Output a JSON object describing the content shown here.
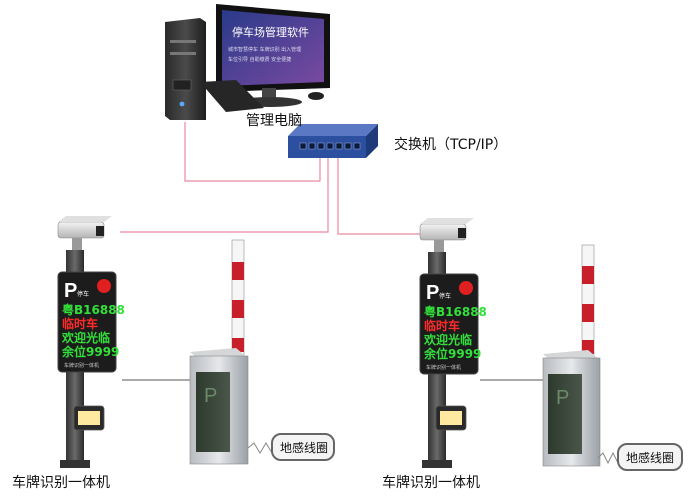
{
  "labels": {
    "pc": "管理电脑",
    "switch": "交换机（TCP/IP）",
    "left_unit": "车牌识别一体机",
    "right_unit": "车牌识别一体机"
  },
  "pc_screen": {
    "title": "停车场管理软件",
    "lines": [
      "城市智慧停车 车牌识别 出入管理",
      "车位引导 自助缴费 安全便捷"
    ]
  },
  "display": {
    "logo": "P",
    "logo_sub": "停车",
    "lines": [
      {
        "text": "粤B16888",
        "color": "#32e03a"
      },
      {
        "text": "临时车",
        "color": "#ff2a2a"
      },
      {
        "text": "欢迎光临",
        "color": "#32e03a"
      },
      {
        "text": "余位9999",
        "color": "#32e03a"
      }
    ],
    "footer": "车牌识别一体机"
  },
  "loop_label": "地感线圈",
  "barrier_mark": "P",
  "colors": {
    "network_line": "#e88aa0",
    "display_bg": "#1c1c1c",
    "switch_blue": "#2c4fa0",
    "barrier_stripe": "#c8202a"
  }
}
